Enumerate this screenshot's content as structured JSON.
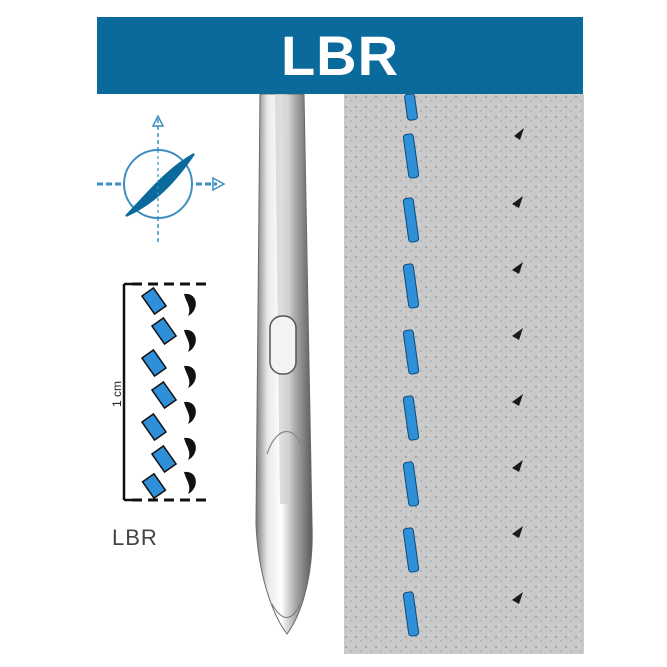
{
  "header": {
    "title": "LBR"
  },
  "diagram": {
    "scale_label": "1 cm",
    "caption": "LBR"
  },
  "icons": {
    "symbol": "needle-point-symbol-icon",
    "stitch": "stitch-pattern-icon",
    "needle": "needle-image",
    "leather": "leather-seam-image"
  },
  "colors": {
    "brand": "#0a6a9b",
    "thread": "#2f8fd8",
    "leather": "#c8c8c8"
  }
}
